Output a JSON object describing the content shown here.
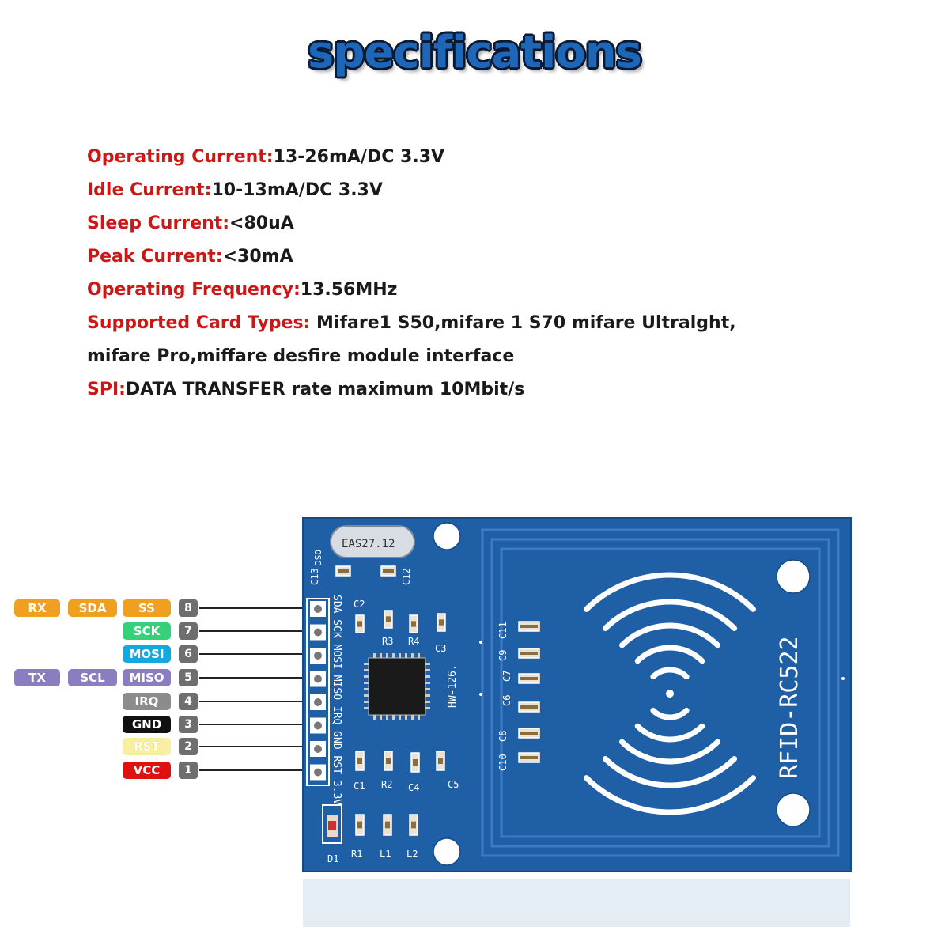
{
  "title": "specifications",
  "specs": [
    {
      "label": "Operating Current:",
      "value": "13-26mA/DC 3.3V"
    },
    {
      "label": "Idle Current:",
      "value": "10-13mA/DC 3.3V"
    },
    {
      "label": "Sleep Current:",
      "value": "<80uA"
    },
    {
      "label": "Peak Current:",
      "value": "<30mA"
    },
    {
      "label": "Operating Frequency:",
      "value": "13.56MHz"
    },
    {
      "label": "Supported Card Types:",
      "value": " Mifare1 S50,mifare 1 S70 mifare Ultralght,"
    },
    {
      "label": "",
      "value": "mifare Pro,miffare desfire module interface"
    },
    {
      "label": "SPI:",
      "value": "DATA TRANSFER rate maximum 10Mbit/s"
    }
  ],
  "pins": [
    {
      "number": "8",
      "labels": [
        {
          "text": "RX",
          "color": "#f0a020",
          "fg": "#ffffff"
        },
        {
          "text": "SDA",
          "color": "#f0a020",
          "fg": "#ffffff"
        },
        {
          "text": "SS",
          "color": "#f0a020",
          "fg": "#ffffff"
        }
      ]
    },
    {
      "number": "7",
      "labels": [
        {
          "text": "SCK",
          "color": "#34d07a",
          "fg": "#ffffff"
        }
      ]
    },
    {
      "number": "6",
      "labels": [
        {
          "text": "MOSI",
          "color": "#14a8e0",
          "fg": "#ffffff"
        }
      ]
    },
    {
      "number": "5",
      "labels": [
        {
          "text": "TX",
          "color": "#8a7dc0",
          "fg": "#ffffff"
        },
        {
          "text": "SCL",
          "color": "#8a7dc0",
          "fg": "#ffffff"
        },
        {
          "text": "MISO",
          "color": "#8a7dc0",
          "fg": "#ffffff"
        }
      ]
    },
    {
      "number": "4",
      "labels": [
        {
          "text": "IRQ",
          "color": "#8c8c8c",
          "fg": "#ffffff"
        }
      ]
    },
    {
      "number": "3",
      "labels": [
        {
          "text": "GND",
          "color": "#111111",
          "fg": "#ffffff"
        }
      ]
    },
    {
      "number": "2",
      "labels": [
        {
          "text": "RST",
          "color": "#f8f0a0",
          "fg": "#ffffff"
        }
      ]
    },
    {
      "number": "1",
      "labels": [
        {
          "text": "VCC",
          "color": "#e01010",
          "fg": "#ffffff"
        }
      ]
    }
  ],
  "board": {
    "model": "RFID-RC522",
    "part": "HW-126.",
    "crystal": "EAS27.12",
    "osc": "OSC",
    "header_labels": [
      "SDA",
      "SCK",
      "MOSI",
      "MISO",
      "IRQ",
      "GND",
      "RST",
      "3.3V"
    ],
    "components": [
      "C13",
      "C12",
      "C2",
      "R3",
      "R4",
      "C3",
      "C11",
      "C9",
      "C7",
      "C6",
      "C8",
      "C10",
      "C1",
      "R2",
      "C4",
      "C5",
      "R1",
      "L1",
      "L2",
      "D1"
    ],
    "color": "#1f5fa6"
  }
}
